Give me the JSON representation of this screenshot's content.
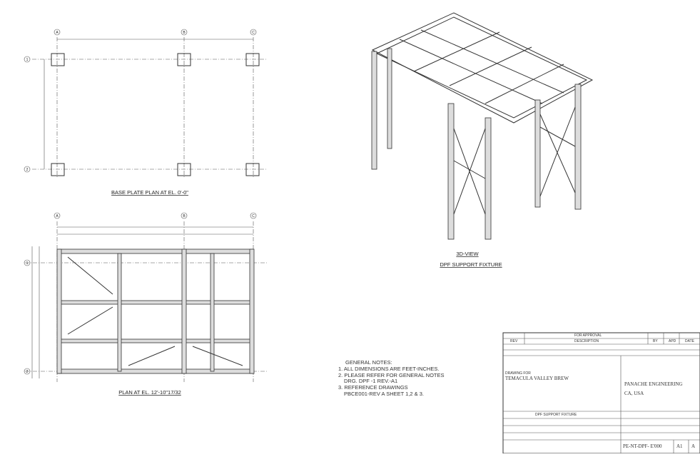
{
  "base_plate_plan": {
    "title": "BASE PLATE PLAN AT EL. 0'-0\"",
    "grid_cols": [
      "A",
      "B",
      "C"
    ],
    "grid_rows": [
      "1",
      "2"
    ]
  },
  "framing_plan": {
    "title": "PLAN AT EL. 12'-10\"17/32",
    "grid_cols": [
      "A",
      "B",
      "C"
    ],
    "grid_rows": [
      "1",
      "2"
    ]
  },
  "iso_view": {
    "title": "3D-VIEW",
    "subtitle": "DPF SUPPORT FIXTURE"
  },
  "general_notes": {
    "heading": "GENERAL NOTES:",
    "items": [
      "1. ALL DIMENSIONS ARE FEET-INCHES.",
      "2. PLEASE REFER FOR GENERAL NOTES",
      "DRG. DPF -1 REV.-A1",
      "3. REFERENCE DRAWINGS",
      "PBCE001-REV A SHEET 1,2 & 3."
    ]
  },
  "title_block": {
    "rev_row": [
      "FOR APPROVAL"
    ],
    "header_row": [
      "REV",
      "DESCRIPTION",
      "BY",
      "APD",
      "DATE"
    ],
    "drawn_for_label": "DRAWING FOR",
    "client": "TEMACULA VALLEY BREW",
    "company": "PANACHE ENGINEERING",
    "location": "CA, USA",
    "project": "DPF SUPPORT FIXTURE",
    "drawing_no": "PE-NT-DPF- E'000",
    "size": "A1",
    "rev": "A"
  }
}
